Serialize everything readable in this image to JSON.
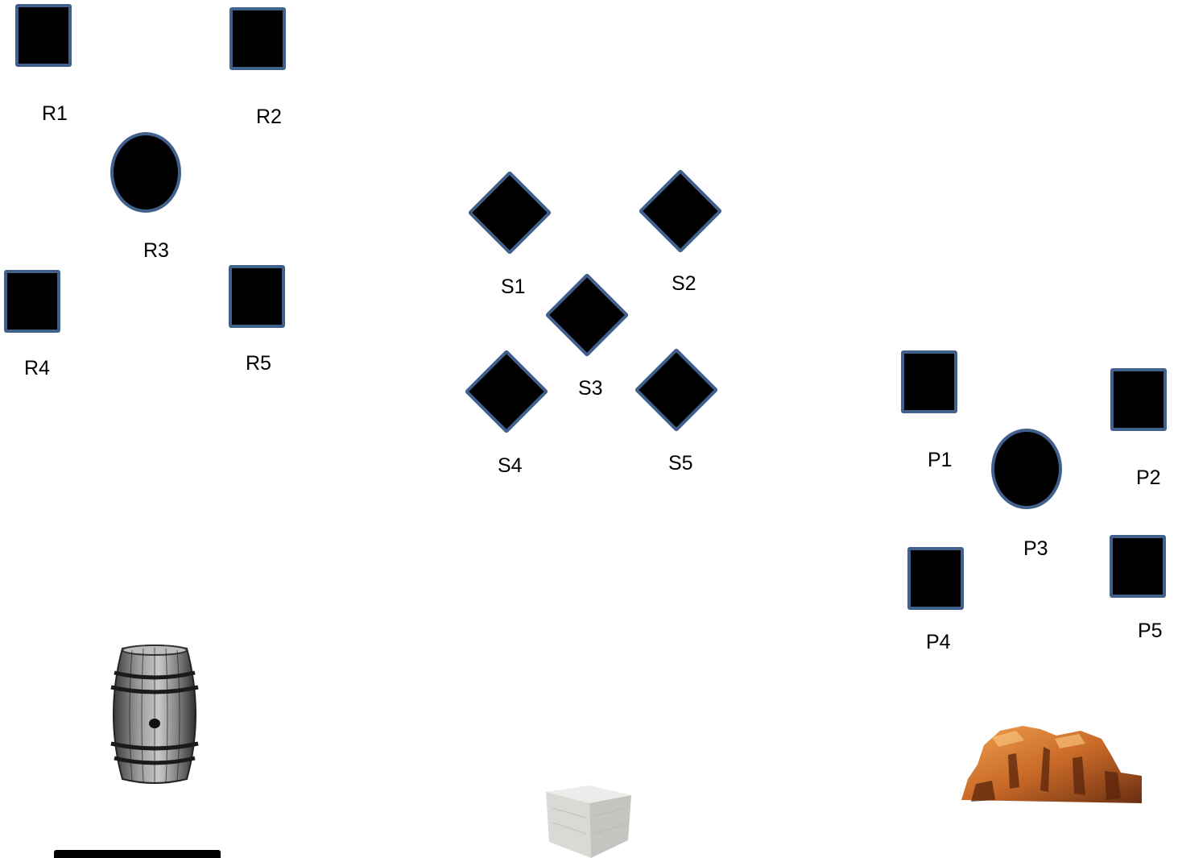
{
  "group_r": {
    "r1": "R1",
    "r2": "R2",
    "r3": "R3",
    "r4": "R4",
    "r5": "R5"
  },
  "group_s": {
    "s1": "S1",
    "s2": "S2",
    "s3": "S3",
    "s4": "S4",
    "s5": "S5"
  },
  "group_p": {
    "p1": "P1",
    "p2": "P2",
    "p3": "P3",
    "p4": "P4",
    "p5": "P5"
  },
  "objects": {
    "left": "barrel",
    "center": "hay-bale",
    "right": "rock"
  },
  "colors": {
    "shape_fill": "#000000",
    "shape_border": "#41618c"
  }
}
